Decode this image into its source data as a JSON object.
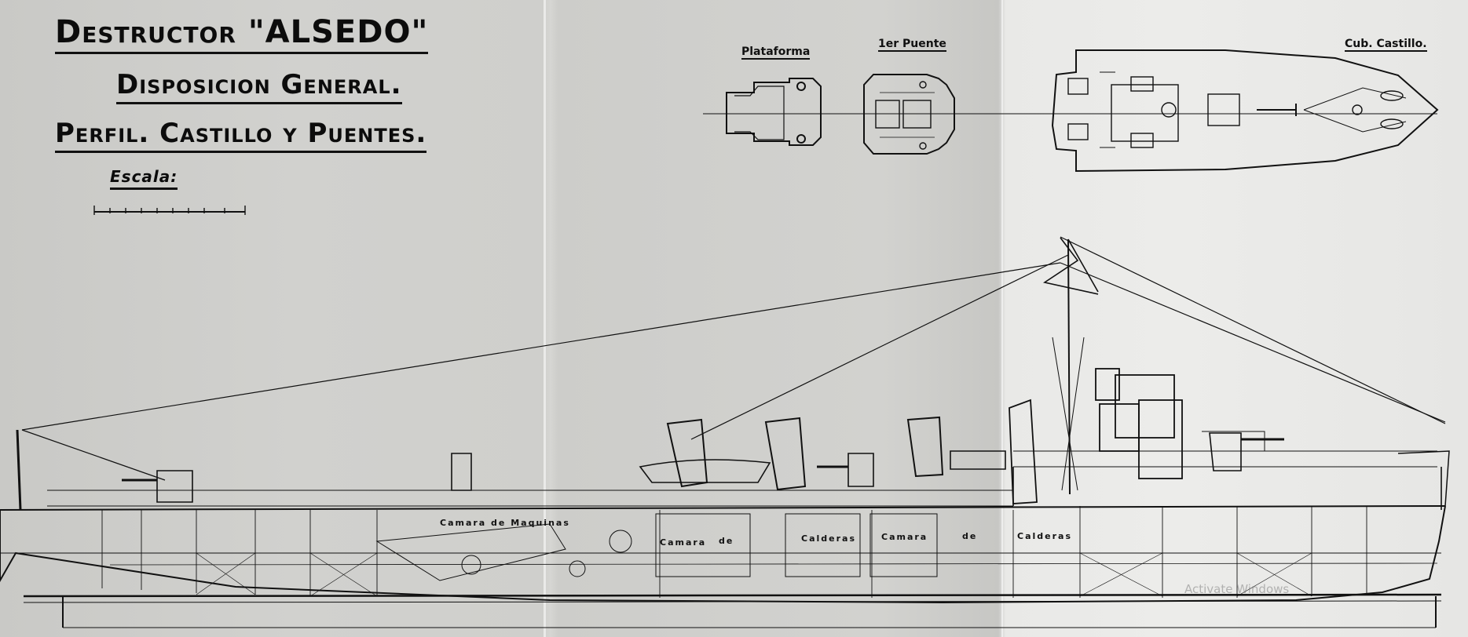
{
  "title": {
    "line1": "Destructor \"ALSEDO\"",
    "line2": "Disposicion General.",
    "line3": "Perfil. Castillo y Puentes.",
    "scale_label": "Escala:"
  },
  "views": {
    "plataforma": "Plataforma",
    "puente": "1er Puente",
    "castillo": "Cub. Castillo."
  },
  "zones": {
    "camara_maquinas": "Camara de Maquinas",
    "camara": "Camara",
    "de": "de",
    "calderas": "Calderas"
  },
  "watermark": "Activate Windows",
  "colors": {
    "ink": "#111111",
    "paper": "#d0d0cd",
    "paper_right": "#e9e9e7"
  }
}
